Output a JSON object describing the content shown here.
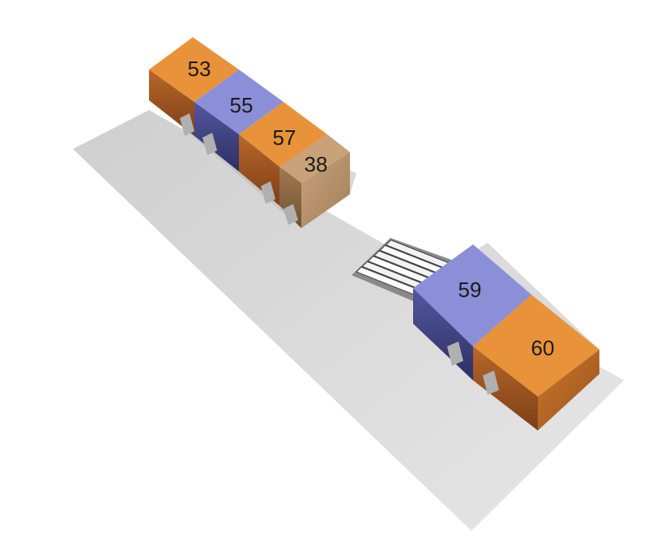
{
  "colors": {
    "orange": "#e8923a",
    "blue": "#8b8fd8",
    "tan": "#c9a27a",
    "floor": "#d4d4d4"
  },
  "blocks": [
    {
      "label": "53",
      "color": "orange"
    },
    {
      "label": "55",
      "color": "blue"
    },
    {
      "label": "57",
      "color": "orange"
    },
    {
      "label": "38",
      "color": "tan"
    },
    {
      "label": "59",
      "color": "blue"
    },
    {
      "label": "60",
      "color": "orange"
    }
  ],
  "stairs": {
    "steps": 6
  }
}
